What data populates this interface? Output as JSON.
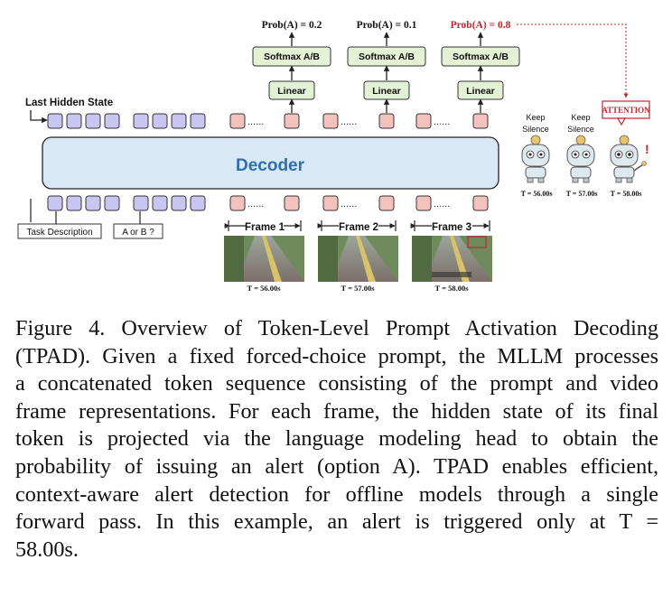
{
  "diagram": {
    "decoder_label": "Decoder",
    "last_hidden_state_label": "Last Hidden State",
    "task_description_label": "Task Description",
    "a_or_b_label": "A or B ?",
    "dots": "......",
    "frames": [
      {
        "label": "Frame 1",
        "time": "T = 56.00s"
      },
      {
        "label": "Frame 2",
        "time": "T = 57.00s"
      },
      {
        "label": "Frame 3",
        "time": "T = 58.00s"
      }
    ],
    "linear_label": "Linear",
    "softmax_label": "Softmax A/B",
    "probs": [
      {
        "text": "Prob(A) = 0.2",
        "color": "#111111"
      },
      {
        "text": "Prob(A) = 0.1",
        "color": "#111111"
      },
      {
        "text": "Prob(A) = 0.8",
        "color": "#c0262d"
      }
    ],
    "robots": [
      {
        "label_line1": "Keep",
        "label_line2": "Silence",
        "time": "T = 56.00s"
      },
      {
        "label_line1": "Keep",
        "label_line2": "Silence",
        "time": "T = 57.00s"
      },
      {
        "label_line1": "ATTENTION",
        "label_line2": "",
        "time": "T = 58.00s"
      }
    ],
    "colors": {
      "prompt_token": "#c8c6f0",
      "frame_token": "#f4c2bd",
      "decoder_fill": "#d8e8f6",
      "decoder_text": "#2e6fb0",
      "head_box": "#e3f1d4",
      "alert": "#c0262d"
    }
  },
  "caption": {
    "lines": [
      "Figure 4. Overview of Token-Level Prompt Activation Decoding",
      "(TPAD). Given a fixed forced-choice prompt, the MLLM processes",
      "a concatenated token sequence consisting of the prompt and video",
      "frame representations. For each frame, the hidden state of its final",
      "token is projected via the language modeling head to obtain the",
      "probability of issuing an alert (option A). TPAD enables efficient,",
      "context-aware alert detection for offline models through a single",
      "forward pass.  In this example, an alert is triggered only at T =",
      "58.00s."
    ]
  }
}
